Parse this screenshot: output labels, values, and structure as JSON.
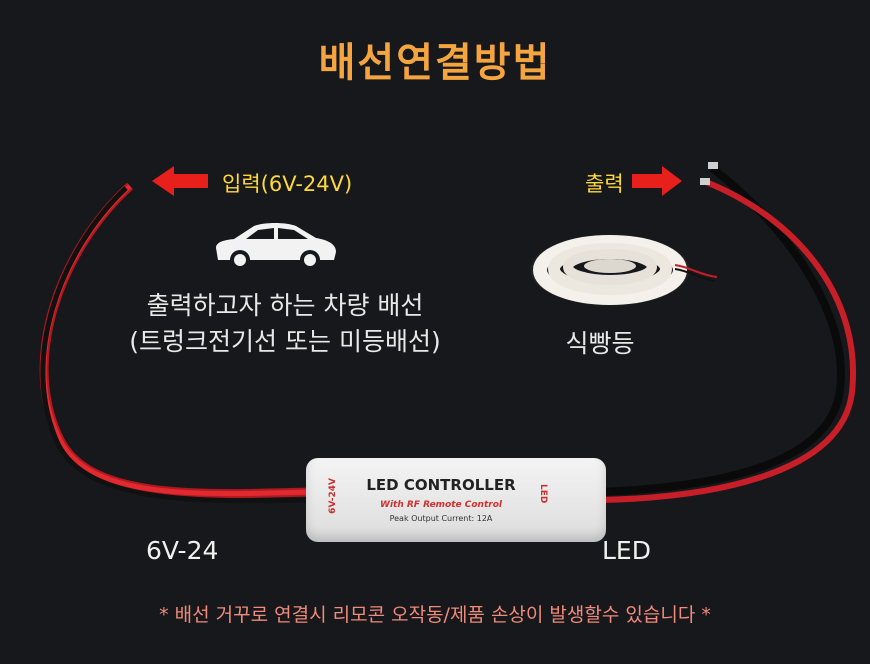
{
  "title": "배선연결방법",
  "input_label": "입력(6V-24V)",
  "output_label": "출력",
  "car_caption_line1": "출력하고자 하는 차량 배선",
  "car_caption_line2": "(트렁크전기선 또는 미등배선)",
  "strip_caption": "식빵등",
  "controller": {
    "main_label": "LED CONTROLLER",
    "sub_label": "With RF Remote Control",
    "rating": "Peak Output Current: 12A",
    "left_side": "6V-24V",
    "right_side": "LED"
  },
  "left_port_label": "6V-24",
  "right_port_label": "LED",
  "warning": "* 배선 거꾸로 연결시 리모콘 오작동/제품 손상이 발생할수 있습니다 *",
  "colors": {
    "title": "#f5a540",
    "highlight_text": "#ffd83a",
    "arrow": "#e8201c",
    "warning": "#f08a7a",
    "wire_red": "#d4202a",
    "wire_black": "#0a0a0a"
  }
}
